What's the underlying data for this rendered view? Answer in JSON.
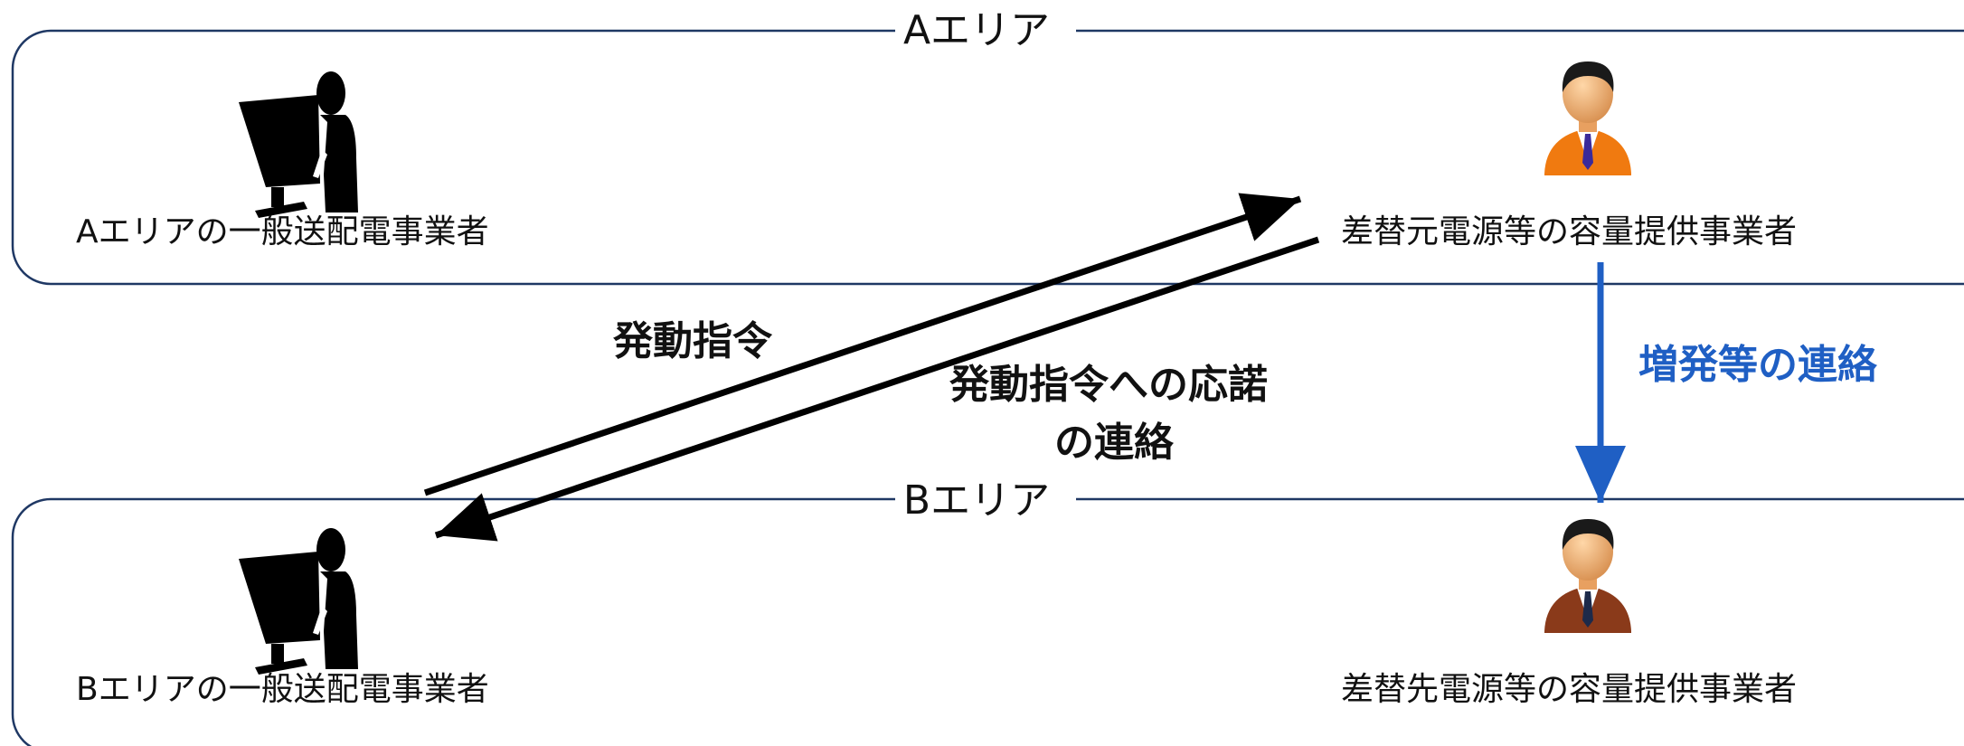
{
  "areas": {
    "a": {
      "title": "Aエリア"
    },
    "b": {
      "title": "Bエリア"
    }
  },
  "actors": {
    "a_operator": {
      "label": "Aエリアの一般送配電事業者",
      "icon": "operator-at-computer-icon"
    },
    "a_provider": {
      "label": "差替元電源等の容量提供事業者",
      "icon": "businessman-icon"
    },
    "b_operator": {
      "label": "Bエリアの一般送配電事業者",
      "icon": "operator-at-computer-icon"
    },
    "b_provider": {
      "label": "差替先電源等の容量提供事業者",
      "icon": "businessman-icon"
    }
  },
  "flows": {
    "dispatch_order": {
      "label": "発動指令"
    },
    "response": {
      "label_line1": "発動指令への応諾",
      "label_line2": "の連絡"
    },
    "increase_notice": {
      "label": "増発等の連絡"
    }
  },
  "colors": {
    "border": "#1f3864",
    "arrow": "#000000",
    "notice_arrow": "#1f5fc4",
    "notice_text": "#1f5fc4",
    "suit_a": "#f07a10",
    "suit_b": "#8a3a1a",
    "tie_a": "#3a2a9a"
  }
}
